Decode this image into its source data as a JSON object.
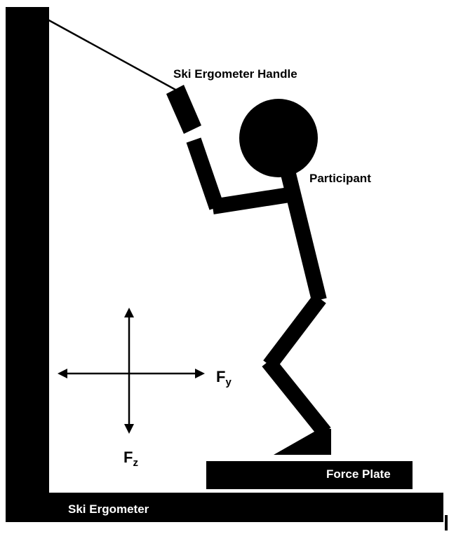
{
  "labels": {
    "handle": "Ski Ergometer Handle",
    "participant": "Participant",
    "force_plate": "Force Plate",
    "ergometer": "Ski Ergometer",
    "fy_main": "F",
    "fy_sub": "y",
    "fz_main": "F",
    "fz_sub": "z"
  },
  "colors": {
    "ink": "#000000",
    "background": "#ffffff",
    "label_on_dark": "#ffffff"
  }
}
